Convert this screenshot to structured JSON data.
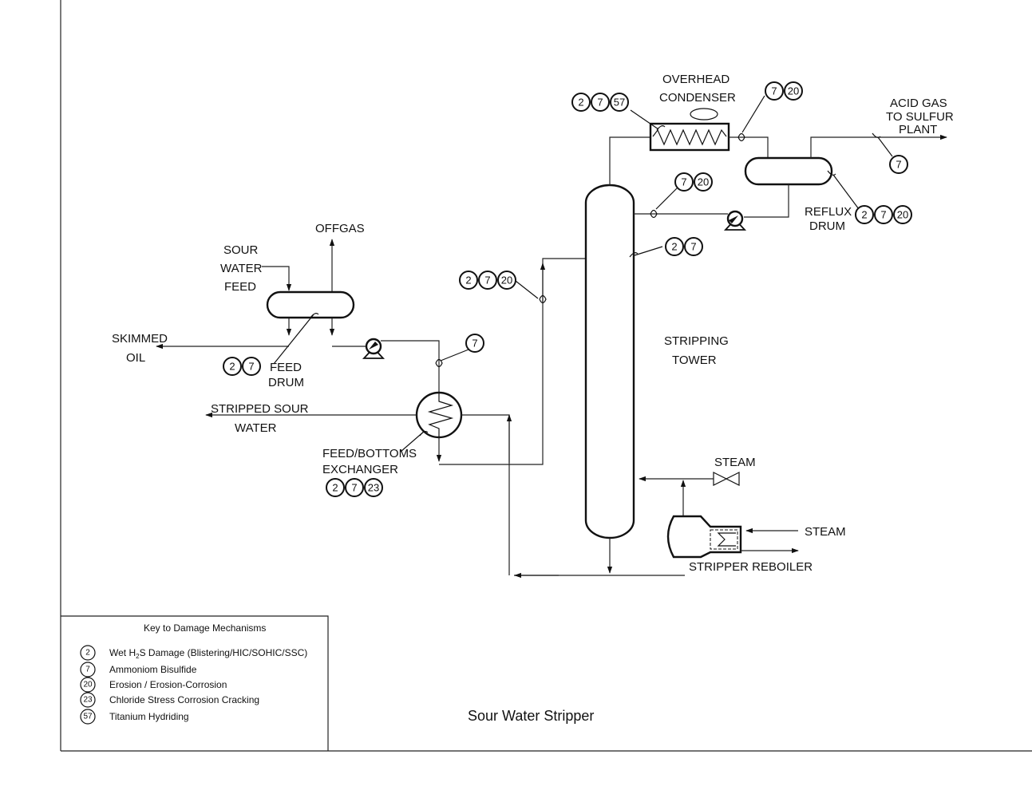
{
  "title": "Sour Water Stripper",
  "labels": {
    "offgas": "OFFGAS",
    "sour_water_feed": [
      "SOUR",
      "WATER",
      "FEED"
    ],
    "skimmed_oil": [
      "SKIMMED",
      "OIL"
    ],
    "feed_drum": [
      "FEED",
      "DRUM"
    ],
    "stripped_sour_water": [
      "STRIPPED SOUR",
      "WATER"
    ],
    "feed_bottoms_exchanger": [
      "FEED/BOTTOMS",
      "EXCHANGER"
    ],
    "stripping_tower": [
      "STRIPPING",
      "TOWER"
    ],
    "overhead_condenser": [
      "OVERHEAD",
      "CONDENSER"
    ],
    "acid_gas": [
      "ACID GAS",
      "TO SULFUR",
      "PLANT"
    ],
    "reflux_drum": [
      "REFLUX",
      "DRUM"
    ],
    "steam_valve": "STEAM",
    "steam_reboiler": "STEAM",
    "stripper_reboiler": "STRIPPER REBOILER"
  },
  "badges": {
    "condenser_inlet": [
      "2",
      "7",
      "57"
    ],
    "condenser_outlet": [
      "7",
      "20"
    ],
    "acid_gas": [
      "7"
    ],
    "tower_overhead": [
      "7",
      "20"
    ],
    "reflux_drum": [
      "2",
      "7",
      "20"
    ],
    "tower_shell": [
      "2",
      "7"
    ],
    "tower_feed": [
      "2",
      "7",
      "20"
    ],
    "feed_drum": [
      "2",
      "7"
    ],
    "pump_discharge": [
      "7"
    ],
    "exchanger": [
      "2",
      "7",
      "23"
    ]
  },
  "key": {
    "title": "Key to Damage Mechanisms",
    "items": [
      {
        "num": "2",
        "pre": "Wet H",
        "sub": "2",
        "post": "S Damage (Blistering/HIC/SOHIC/SSC)"
      },
      {
        "num": "7",
        "pre": "Ammoniom Bisulfide",
        "sub": "",
        "post": ""
      },
      {
        "num": "20",
        "pre": "Erosion / Erosion-Corrosion",
        "sub": "",
        "post": ""
      },
      {
        "num": "23",
        "pre": "Chloride Stress Corrosion Cracking",
        "sub": "",
        "post": ""
      },
      {
        "num": "57",
        "pre": "Titanium Hydriding",
        "sub": "",
        "post": ""
      }
    ]
  }
}
